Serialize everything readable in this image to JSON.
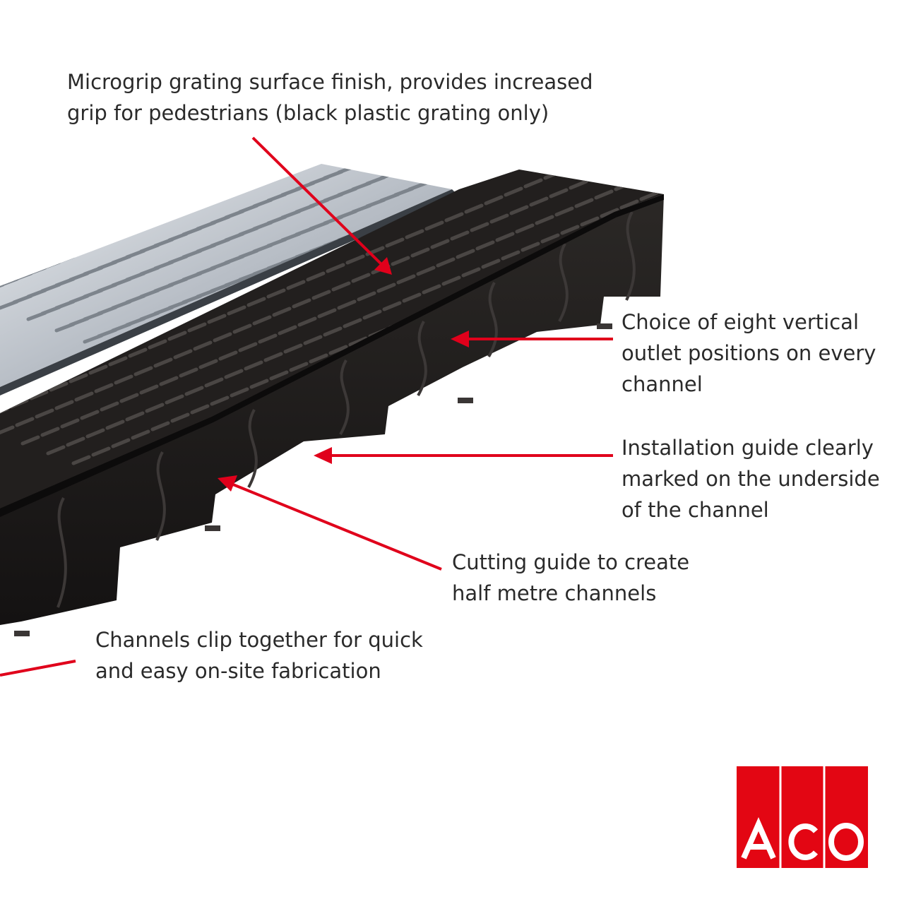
{
  "callouts": {
    "grip": {
      "line1": "Microgrip grating surface finish, provides increased",
      "line2": "grip for pedestrians (black plastic grating only)"
    },
    "outlet": {
      "line1": "Choice of eight vertical",
      "line2": "outlet positions on every",
      "line3": "channel"
    },
    "install": {
      "line1": "Installation guide clearly",
      "line2": "marked on the underside",
      "line3": "of the channel"
    },
    "cutting": {
      "line1": "Cutting guide to create",
      "line2": "half metre channels"
    },
    "clip": {
      "line1": "Channels clip together for quick",
      "line2": "and easy on-site fabrication"
    }
  },
  "logo": {
    "text": "ACO",
    "color": "#e30613"
  },
  "colors": {
    "arrow": "#e0001b",
    "text": "#2a2a2a",
    "black_channel": "#1c1a19",
    "steel_grating": "#c4c9cf"
  },
  "icons": {
    "arrows": "red-callout-arrow"
  }
}
